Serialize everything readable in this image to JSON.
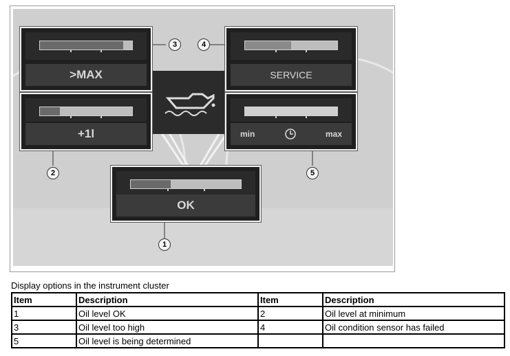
{
  "figure": {
    "figure_id": "FB1207004",
    "panels": {
      "p3_label": ">MAX",
      "p4_label": "SERVICE",
      "p2_label": "+1l",
      "p5_min": "min",
      "p5_max": "max",
      "p1_label": "OK"
    },
    "callouts": [
      "1",
      "2",
      "3",
      "4",
      "5"
    ]
  },
  "caption": "Display options in the instrument cluster",
  "table": {
    "headers": [
      "Item",
      "Description",
      "Item",
      "Description"
    ],
    "rows": [
      [
        "1",
        "Oil level OK",
        "2",
        "Oil level at minimum"
      ],
      [
        "3",
        "Oil level too high",
        "4",
        "Oil condition sensor has failed"
      ],
      [
        "5",
        "Oil level is being determined",
        "",
        ""
      ]
    ]
  }
}
